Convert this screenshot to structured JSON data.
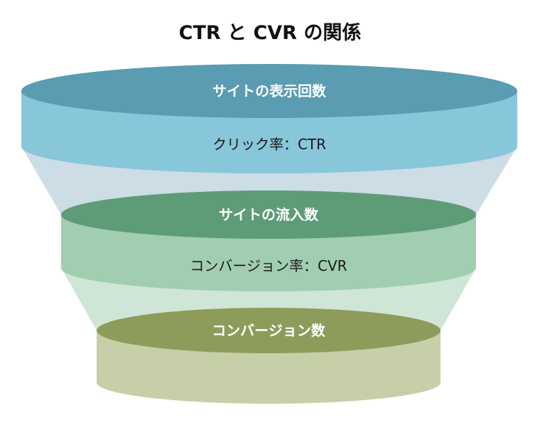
{
  "title": "CTR と CVR の関係",
  "stages": [
    {
      "top_label": "サイトの表示回数",
      "body_label": "クリック率：CTR",
      "colors": {
        "top": "#5a9cb2",
        "body": "#88c6da",
        "funnel": "#ccdde5"
      }
    },
    {
      "top_label": "サイトの流入数",
      "body_label": "コンバージョン率：CVR",
      "colors": {
        "top": "#5e9c78",
        "body": "#a1cdb0",
        "funnel": "#cfe6d6"
      }
    },
    {
      "top_label": "コンバージョン数",
      "body_label": "",
      "colors": {
        "top": "#8e9c5b",
        "body": "#c6cfa7",
        "funnel": ""
      }
    }
  ]
}
